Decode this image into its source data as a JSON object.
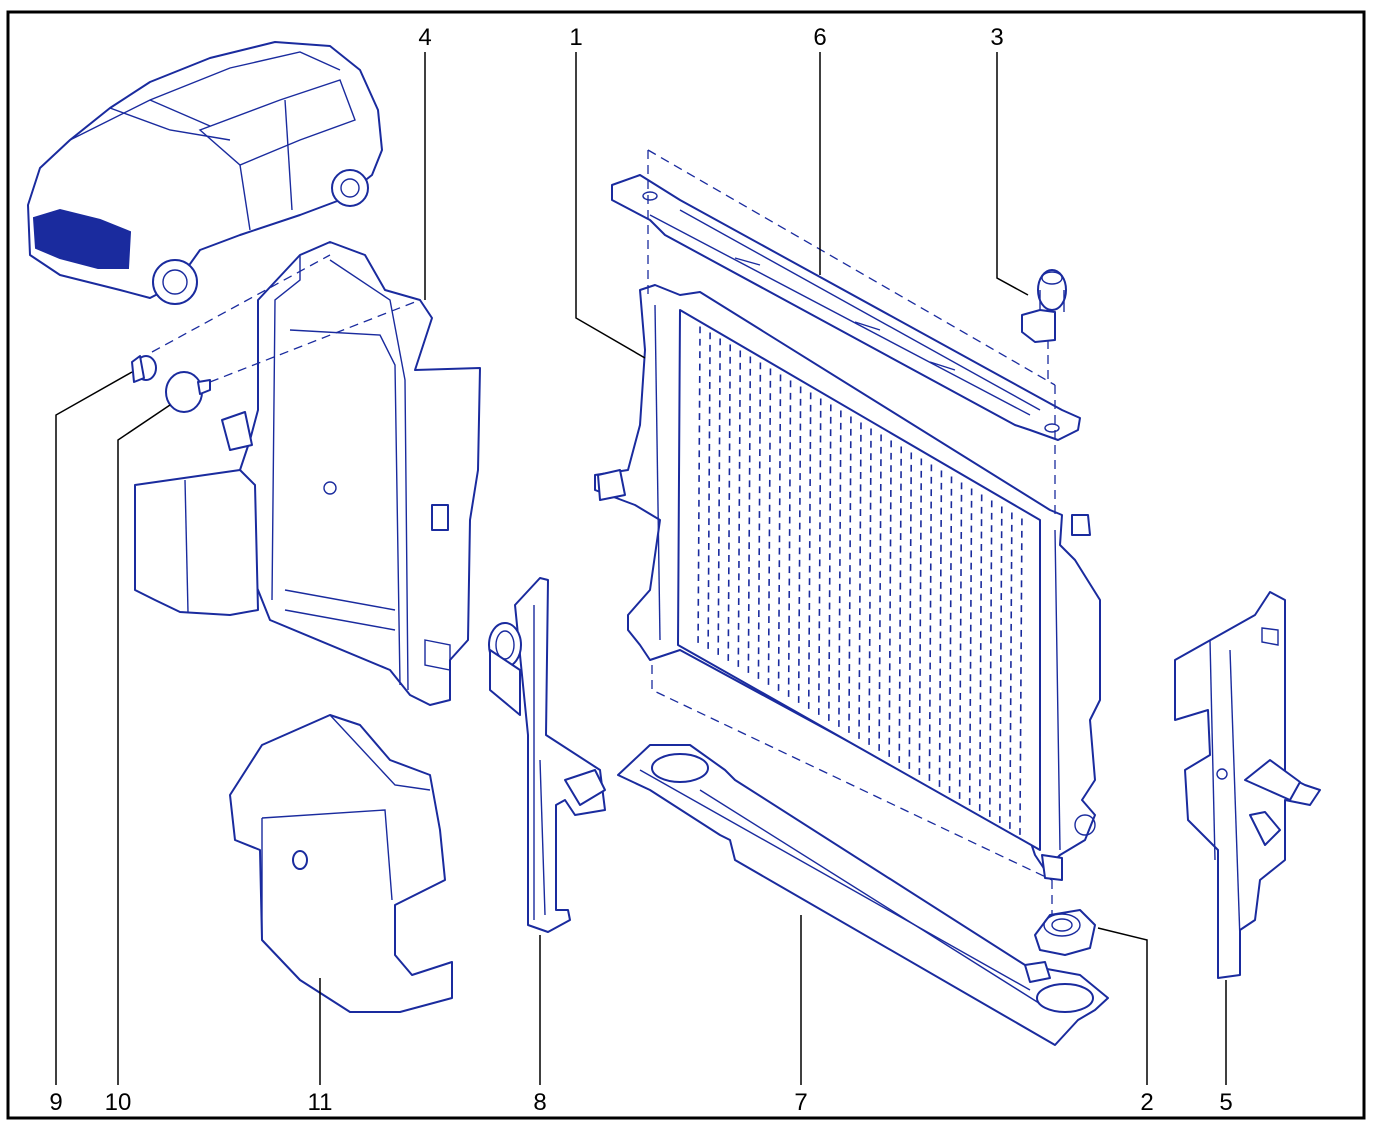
{
  "diagram": {
    "line_color": "#1a2b9e",
    "frame_color": "#000000",
    "callouts": [
      "1",
      "2",
      "3",
      "4",
      "5",
      "6",
      "7",
      "8",
      "9",
      "10",
      "11"
    ],
    "parts": [
      {
        "callout": "1",
        "icon": "radiator-icon"
      },
      {
        "callout": "2",
        "icon": "lower-mount-pad-icon"
      },
      {
        "callout": "3",
        "icon": "upper-mount-pad-icon"
      },
      {
        "callout": "4",
        "icon": "left-air-deflector-icon"
      },
      {
        "callout": "5",
        "icon": "right-air-deflector-icon"
      },
      {
        "callout": "6",
        "icon": "upper-crossmember-icon"
      },
      {
        "callout": "7",
        "icon": "lower-air-guide-icon"
      },
      {
        "callout": "8",
        "icon": "side-bracket-icon"
      },
      {
        "callout": "9",
        "icon": "fastener-clip-icon"
      },
      {
        "callout": "10",
        "icon": "plug-cap-icon"
      },
      {
        "callout": "11",
        "icon": "lower-deflector-icon"
      }
    ],
    "vehicle_icon": "car-locator-icon"
  }
}
